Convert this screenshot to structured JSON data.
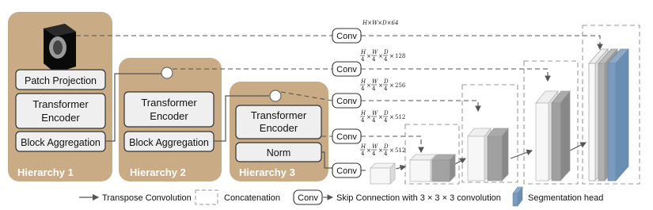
{
  "hierarchies": [
    {
      "label": "Hierarchy 1",
      "blocks": [
        "Patch Projection",
        "Transformer",
        "Encoder",
        "Block Aggregation"
      ]
    },
    {
      "label": "Hierarchy 2",
      "blocks": [
        "Transformer",
        "Encoder",
        "Block Aggregation"
      ]
    },
    {
      "label": "Hierarchy 3",
      "blocks": [
        "Transformer",
        "Encoder",
        "Norm"
      ]
    }
  ],
  "skips": [
    {
      "conv": "Conv",
      "shape": "H×W×D×64"
    },
    {
      "conv": "Conv",
      "frac": [
        "H",
        "4",
        "W",
        "4",
        "D",
        "4"
      ],
      "ch": "128"
    },
    {
      "conv": "Conv",
      "frac": [
        "H",
        "4",
        "W",
        "4",
        "D",
        "4"
      ],
      "ch": "256"
    },
    {
      "conv": "Conv",
      "frac": [
        "H",
        "4",
        "W",
        "4",
        "D",
        "4"
      ],
      "ch": "512"
    },
    {
      "conv": "Conv",
      "frac": [
        "H",
        "4",
        "W",
        "4",
        "D",
        "4"
      ],
      "ch": "512"
    }
  ],
  "legend": {
    "transpose": "Transpose Convolution",
    "concat": "Concatenation",
    "conv": "Conv",
    "skip": "Skip Connection with 3 × 3 × 3 convolution",
    "seg": "Segmentation head"
  },
  "colors": {
    "hierarchy_bg": "#c9ab86",
    "block_fill": "#efefef",
    "seg_head": "#7a9bbd"
  }
}
